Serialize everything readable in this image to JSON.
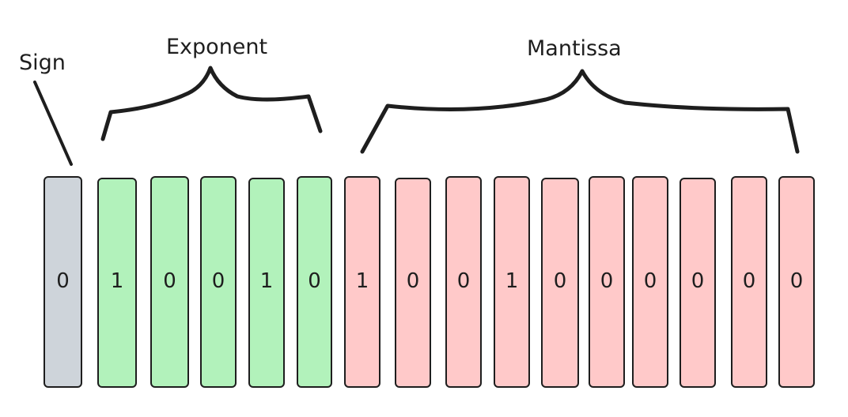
{
  "labels": {
    "sign": "Sign",
    "exponent": "Exponent",
    "mantissa": "Mantissa"
  },
  "colors": {
    "sign": "#ced4da",
    "exponent": "#b2f2bb",
    "mantissa": "#ffc9c9",
    "stroke": "#1e1e1e"
  },
  "bits": [
    {
      "value": "0",
      "group": "sign"
    },
    {
      "value": "1",
      "group": "exponent"
    },
    {
      "value": "0",
      "group": "exponent"
    },
    {
      "value": "0",
      "group": "exponent"
    },
    {
      "value": "1",
      "group": "exponent"
    },
    {
      "value": "0",
      "group": "exponent"
    },
    {
      "value": "1",
      "group": "mantissa"
    },
    {
      "value": "0",
      "group": "mantissa"
    },
    {
      "value": "0",
      "group": "mantissa"
    },
    {
      "value": "1",
      "group": "mantissa"
    },
    {
      "value": "0",
      "group": "mantissa"
    },
    {
      "value": "0",
      "group": "mantissa"
    },
    {
      "value": "0",
      "group": "mantissa"
    },
    {
      "value": "0",
      "group": "mantissa"
    },
    {
      "value": "0",
      "group": "mantissa"
    },
    {
      "value": "0",
      "group": "mantissa"
    }
  ]
}
